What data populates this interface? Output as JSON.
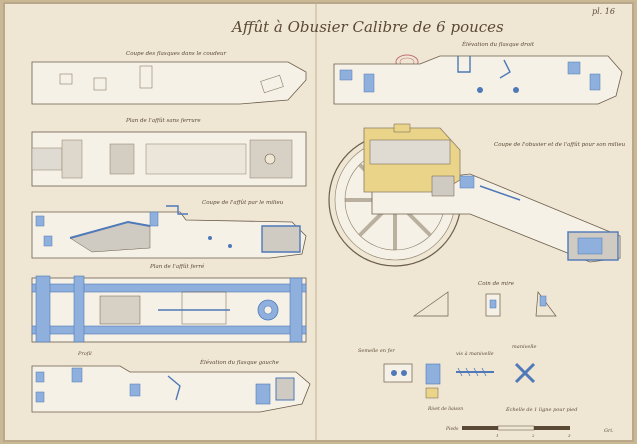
{
  "sheet": {
    "title": "Affût à Obusier Calibre de 6 pouces",
    "plate_number": "pl. 16",
    "colors": {
      "paper": "#efe6d3",
      "binding": "#b9a98a",
      "ink": "#5a4a35",
      "iron_blue": "#8fb0dd",
      "iron_blue_dark": "#4f79b8",
      "wood": "#f6f1e6",
      "brass": "#e9d489",
      "gray_wash": "#cfcac2",
      "stamp_red": "#c2707a"
    }
  },
  "labels": {
    "flasque_outer": "Coupe des flasques dans le coudeur",
    "flasque_elev_top": "Élévation du flasque droit",
    "plan_wood": "Plan de l'affût sans ferrure",
    "section_barrel": "Coupe de l'obusier et de l'affût pour son milieu",
    "coupe_mid": "Coupe de l'affût par le milieu",
    "plan_iron": "Plan de l'affût ferré",
    "coin_mire": "Coin de mire",
    "left_elev_bottom": "Élévation du flasque gauche",
    "left_small": "Profil",
    "sub_left": "Semelle en fer",
    "sub_mid": "vis à manivelle",
    "sub_right": "manivelle",
    "small_note": "Rivet de liaison",
    "scale_title": "Échelle de 1 ligne pour pied",
    "scale_unit": "Pieds",
    "scale_ticks": [
      "1",
      "2",
      "3"
    ],
    "signature": "Gri."
  }
}
